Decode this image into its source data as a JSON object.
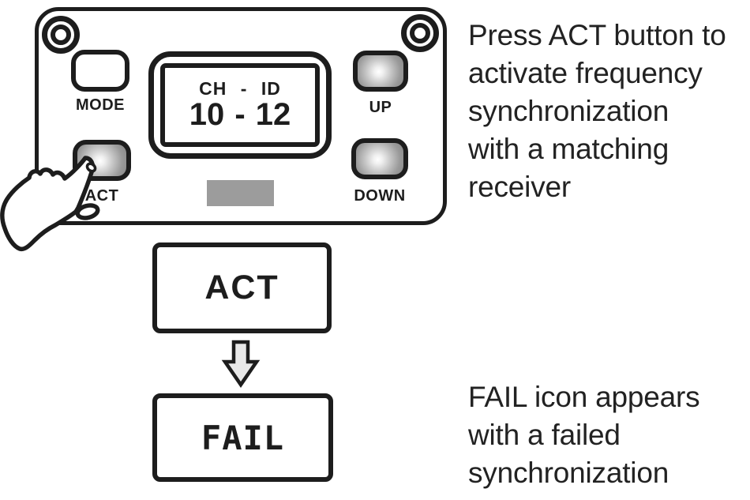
{
  "device_panel": {
    "lcd": {
      "line1": "CH - ID",
      "line2": "10 - 12"
    },
    "buttons": {
      "mode": "MODE",
      "up": "UP",
      "act": "ACT",
      "down": "DOWN"
    }
  },
  "flow": {
    "act_box": "ACT",
    "fail_box": "FAIL"
  },
  "annotations": {
    "press_act": "Press ACT button to\nactivate frequency\nsynchronization\nwith a matching\nreceiver",
    "fail_note": "FAIL icon appears\nwith a failed\nsynchronization"
  },
  "icons": {
    "screws": "screw-icon",
    "hand": "pointing-hand-icon",
    "arrow": "down-arrow-icon"
  },
  "colors": {
    "ink": "#1d1d1d",
    "gray_window": "#9c9c9c",
    "arrow_fill": "#e8e8e8",
    "button_edge": "#878787"
  }
}
